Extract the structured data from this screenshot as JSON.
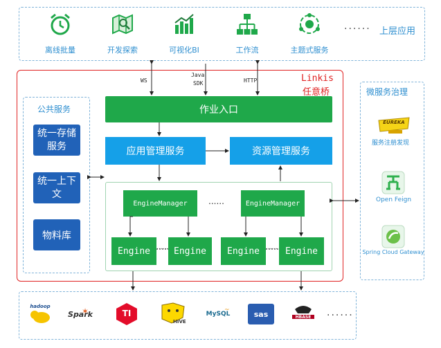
{
  "top_apps": {
    "label": "上层应用",
    "dots": "......",
    "items": [
      {
        "label": "离线批量",
        "icon": "alarm-clock-icon"
      },
      {
        "label": "开发探索",
        "icon": "map-explore-icon"
      },
      {
        "label": "可视化BI",
        "icon": "bar-chart-icon"
      },
      {
        "label": "工作流",
        "icon": "workflow-tree-icon"
      },
      {
        "label": "主题式服务",
        "icon": "service-cycle-icon"
      }
    ]
  },
  "protocols": {
    "ws": "WS",
    "java": "Java",
    "sdk": "SDK",
    "http": "HTTP"
  },
  "linkis": {
    "name": "Linkis",
    "subtitle": "任意桥",
    "job_entry": "作业入口",
    "app_mgmt": "应用管理服务",
    "res_mgmt": "资源管理服务",
    "engine_manager": "EngineManager",
    "engine": "Engine",
    "dots": "......"
  },
  "public_services": {
    "title": "公共服务",
    "items": [
      "统一存储服务",
      "统一上下文",
      "物料库"
    ]
  },
  "microservice": {
    "title": "微服务治理",
    "items": [
      {
        "label": "服务注册发现",
        "logo_text": "EUREKA",
        "icon": "eureka-logo-icon"
      },
      {
        "label": "Open Feign",
        "icon": "feign-logo-icon"
      },
      {
        "label": "Spring Cloud Gateway",
        "icon": "gateway-logo-icon"
      }
    ]
  },
  "storage": {
    "dots": "......",
    "items": [
      {
        "text": "hadoop",
        "icon": "hadoop-logo-icon"
      },
      {
        "text": "Spark",
        "icon": "spark-logo-icon"
      },
      {
        "text": "TI",
        "icon": "tidb-logo-icon"
      },
      {
        "text": "HIVE",
        "icon": "hive-logo-icon"
      },
      {
        "text": "MySQL",
        "icon": "mysql-logo-icon"
      },
      {
        "text": "sas",
        "icon": "sas-logo-icon"
      },
      {
        "text": "HBASE",
        "icon": "hbase-logo-icon"
      }
    ]
  },
  "colors": {
    "green": "#1fa84a",
    "blue": "#15a0e8",
    "navy": "#2162b8",
    "red_border": "#e02020",
    "dashed": "#7fb3d9"
  }
}
